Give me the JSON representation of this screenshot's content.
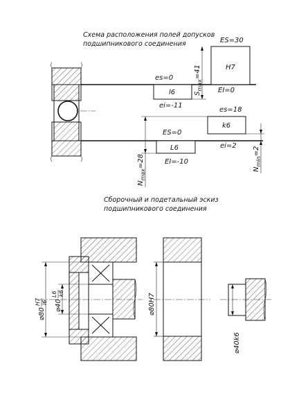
{
  "scheme": {
    "title_line1": "Схема расположения полей допусков",
    "title_line2": "подшипникового соединения",
    "fields": {
      "hole_housing": "H7",
      "ring_outer": "l6",
      "shaft": "k6",
      "ring_inner": "L6"
    },
    "deviations": {
      "es_H7": "ES=30",
      "ei_H7": "EI=0",
      "es_l6": "es=0",
      "ei_l6": "ei=-11",
      "es_k6": "es=18",
      "ei_k6": "ei=2",
      "es_L6": "ES=0",
      "ei_L6": "EI=-10"
    },
    "clearance": {
      "symbol": "S",
      "sub": "max",
      "value": "=41"
    },
    "interference_max": {
      "symbol": "N",
      "sub": "max",
      "value": "=28"
    },
    "interference_min": {
      "symbol": "N",
      "sub": "min",
      "value": "=2"
    }
  },
  "sketch": {
    "title_line1": "Сборочный и подетальный эскиз",
    "title_line2": "подшипникового соединения",
    "dims": {
      "assembly_outer": {
        "base": "⌀80",
        "top": "H7",
        "bottom": "l6"
      },
      "assembly_inner": {
        "base": "⌀40",
        "top": "L6",
        "bottom": "k6"
      },
      "housing": "⌀80H7",
      "shaft": "⌀40k6"
    }
  }
}
